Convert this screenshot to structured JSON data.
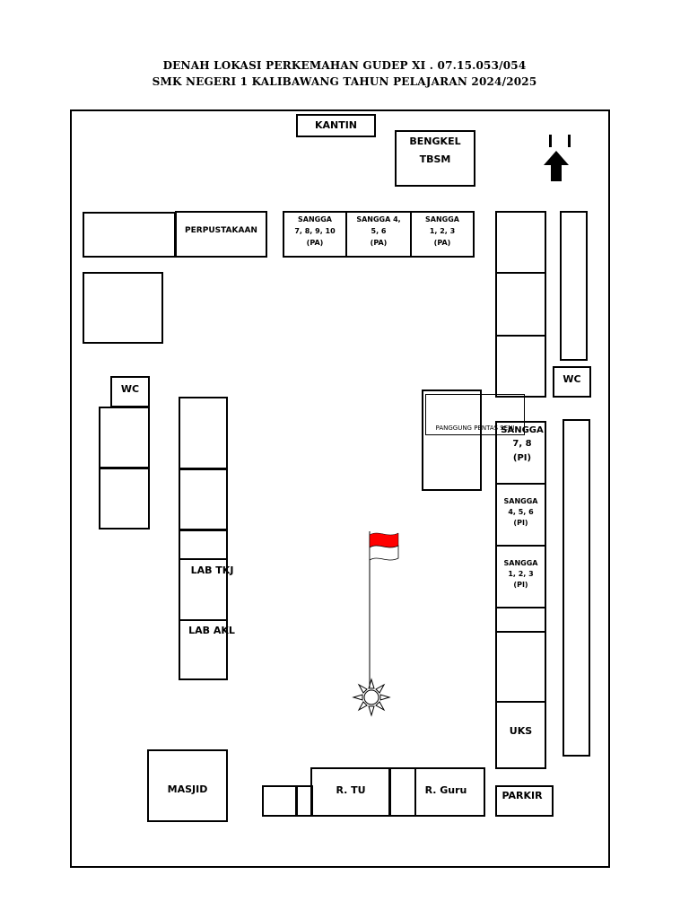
{
  "header": {
    "title_line1": "DENAH LOKASI PERKEMAHAN GUDEP XI . 07.15.053/054",
    "title_line2": "SMK NEGERI 1 KALIBAWANG TAHUN PELAJARAN 2024/2025"
  },
  "rooms": {
    "kantin": "KANTIN",
    "bengkel_line1": "BENGKEL",
    "bengkel_line2": "TBSM",
    "perpustakaan": "PERPUSTAKAAN",
    "sangga_pa_1": [
      "SANGGA",
      "7, 8, 9, 10",
      "(PA)"
    ],
    "sangga_pa_2": [
      "SANGGA 4,",
      "5, 6",
      "(PA)"
    ],
    "sangga_pa_3": [
      "SANGGA",
      "1, 2, 3",
      "(PA)"
    ],
    "wc_left": "WC",
    "wc_right": "WC",
    "panggung": "PANGGUNG PENTAS SENI",
    "sangga_pi_1": [
      "SANGGA",
      "7, 8",
      "(PI)"
    ],
    "sangga_pi_2": [
      "SANGGA",
      "4, 5, 6",
      "(PI)"
    ],
    "sangga_pi_3": [
      "SANGGA",
      "1, 2, 3",
      "(PI)"
    ],
    "lab_tkj": "LAB TKJ",
    "lab_akl": "LAB AKL",
    "uks": "UKS",
    "masjid": "MASJID",
    "r_tu": "R. TU",
    "r_guru": "R. Guru",
    "parkir": "PARKIR"
  },
  "symbols": {
    "north_arrow_icon": "north-arrow-icon",
    "flag_icon": "flag-icon",
    "flag_colors": {
      "top": "#ff0000",
      "bottom": "#ffffff"
    },
    "scout_emblem_icon": "scout-emblem-icon"
  }
}
